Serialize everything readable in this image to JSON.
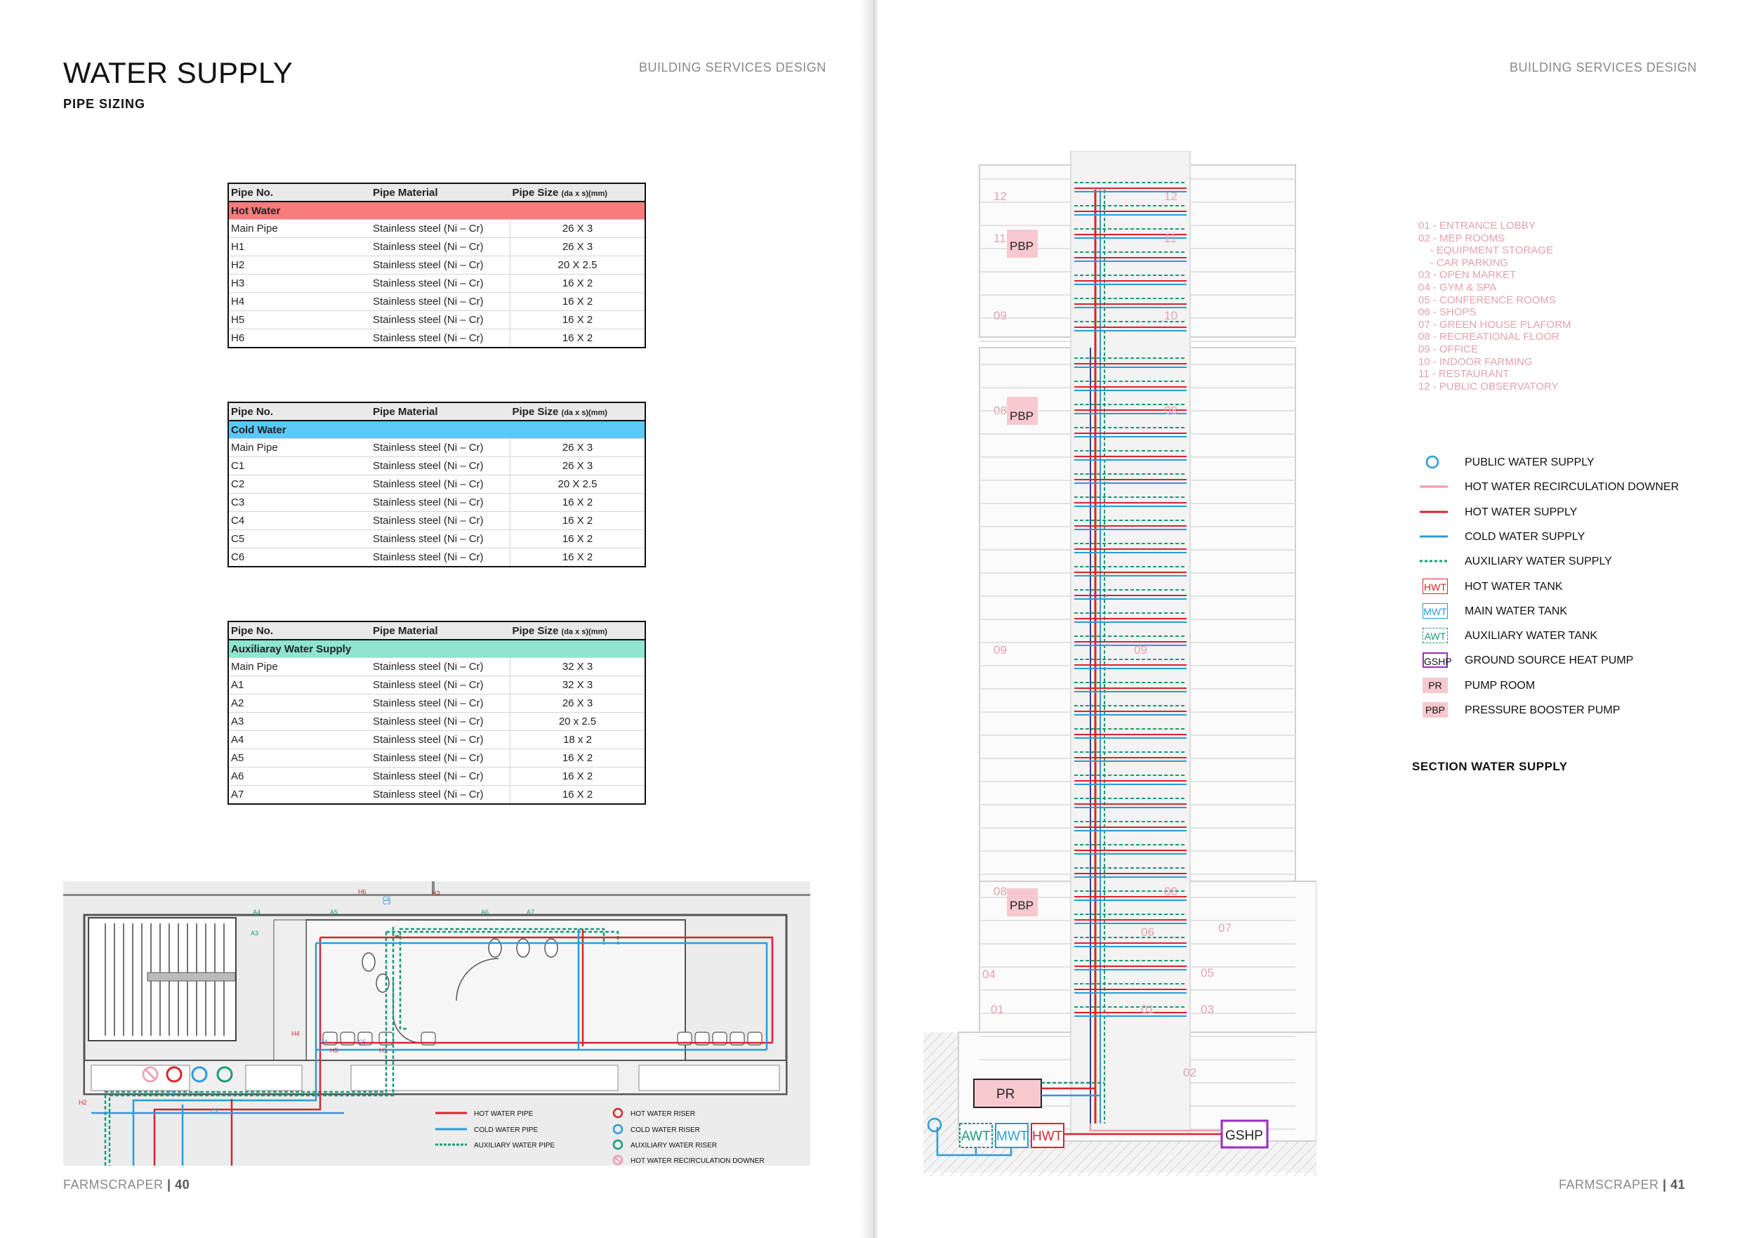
{
  "left_page": {
    "title": "WATER SUPPLY",
    "subtitle": "PIPE SIZING",
    "header": "BUILDING SERVICES DESIGN",
    "footer_brand": "FARMSCRAPER",
    "footer_sep": " | ",
    "footer_page": "40"
  },
  "right_page": {
    "header": "BUILDING SERVICES DESIGN",
    "footer_brand": "FARMSCRAPER",
    "footer_sep": " | ",
    "footer_page": "41",
    "section_caption": "SECTION WATER SUPPLY"
  },
  "table_headers": {
    "col1": "Pipe No.",
    "col2": "Pipe Material",
    "col3": "Pipe Size",
    "col3_unit": "(da x s)(mm)"
  },
  "tables": [
    {
      "category": "Hot Water",
      "color": "#f87c7c",
      "rows": [
        [
          "Main Pipe",
          "Stainless steel (Ni – Cr)",
          "26 X 3"
        ],
        [
          "H1",
          "Stainless steel (Ni – Cr)",
          "26 X 3"
        ],
        [
          "H2",
          "Stainless steel (Ni – Cr)",
          "20 X 2.5"
        ],
        [
          "H3",
          "Stainless steel (Ni – Cr)",
          "16 X 2"
        ],
        [
          "H4",
          "Stainless steel (Ni – Cr)",
          "16 X 2"
        ],
        [
          "H5",
          "Stainless steel (Ni – Cr)",
          "16 X 2"
        ],
        [
          "H6",
          "Stainless steel (Ni – Cr)",
          "16 X 2"
        ]
      ]
    },
    {
      "category": "Cold Water",
      "color": "#5bc8f5",
      "rows": [
        [
          "Main Pipe",
          "Stainless steel (Ni – Cr)",
          "26 X 3"
        ],
        [
          "C1",
          "Stainless steel (Ni – Cr)",
          "26 X 3"
        ],
        [
          "C2",
          "Stainless steel (Ni – Cr)",
          "20 X 2.5"
        ],
        [
          "C3",
          "Stainless steel (Ni – Cr)",
          "16 X 2"
        ],
        [
          "C4",
          "Stainless steel (Ni – Cr)",
          "16 X 2"
        ],
        [
          "C5",
          "Stainless steel (Ni – Cr)",
          "16 X 2"
        ],
        [
          "C6",
          "Stainless steel (Ni – Cr)",
          "16 X 2"
        ]
      ]
    },
    {
      "category": "Auxiliaray Water Supply",
      "color": "#8fe5cf",
      "rows": [
        [
          "Main Pipe",
          "Stainless steel (Ni – Cr)",
          "32 X 3"
        ],
        [
          "A1",
          "Stainless steel (Ni – Cr)",
          "32 X 3"
        ],
        [
          "A2",
          "Stainless steel (Ni – Cr)",
          "26 X 3"
        ],
        [
          "A3",
          "Stainless steel (Ni – Cr)",
          "20 x 2.5"
        ],
        [
          "A4",
          "Stainless steel (Ni – Cr)",
          "18 x 2"
        ],
        [
          "A5",
          "Stainless steel (Ni – Cr)",
          "16 X 2"
        ],
        [
          "A6",
          "Stainless steel (Ni – Cr)",
          "16 X 2"
        ],
        [
          "A7",
          "Stainless steel (Ni – Cr)",
          "16 X 2"
        ]
      ]
    }
  ],
  "plan": {
    "pipe_labels": [
      "H6",
      "C6",
      "H3",
      "C3",
      "A4",
      "A5",
      "A6",
      "A7",
      "A3",
      "H4",
      "C4",
      "H5",
      "C5",
      "H1",
      "C1",
      "A1",
      "A2",
      "H2",
      "C2"
    ],
    "legend": {
      "hot_pipe": "HOT WATER PIPE",
      "cold_pipe": "COLD WATER PIPE",
      "aux_pipe": "AUXILIARY WATER PIPE",
      "hot_riser": "HOT WATER RISER",
      "cold_riser": "COLD WATER RISER",
      "aux_riser": "AUXILIARY WATER RISER",
      "recirc": "HOT WATER RECIRCULATION DOWNER"
    }
  },
  "section": {
    "floor_labels": [
      "12",
      "12",
      "11",
      "11",
      "09",
      "10",
      "08",
      "08",
      "09",
      "09",
      "08",
      "08",
      "07",
      "06",
      "04",
      "05",
      "01",
      "01",
      "03",
      "02"
    ],
    "equipment": {
      "pbp": "PBP",
      "pr": "PR",
      "awt": "AWT",
      "mwt": "MWT",
      "hwt": "HWT",
      "gshp": "GSHP"
    }
  },
  "floor_list": [
    "01 - ENTRANCE LOBBY",
    "02 - MEP ROOMS",
    "    - EQUIPMENT STORAGE",
    "    - CAR PARKING",
    "03 - OPEN MARKET",
    "04 - GYM & SPA",
    "05 - CONFERENCE ROOMS",
    "06 - SHOPS",
    "07 - GREEN HOUSE PLAFORM",
    "08 - RECREATIONAL FLOOR",
    "09 - OFFICE",
    "10 - INDOOR FARMING",
    "11 - RESTAURANT",
    "12 - PUBLIC OBSERVATORY"
  ],
  "section_legend": [
    {
      "icon": "circle-icon",
      "label": "PUBLIC WATER SUPPLY"
    },
    {
      "icon": "pink-line-icon",
      "label": "HOT WATER RECIRCULATION DOWNER"
    },
    {
      "icon": "red-line-icon",
      "label": "HOT WATER SUPPLY"
    },
    {
      "icon": "blue-line-icon",
      "label": "COLD WATER SUPPLY"
    },
    {
      "icon": "green-dashed-line-icon",
      "label": "AUXILIARY WATER SUPPLY"
    },
    {
      "icon": "hwt-box-icon",
      "symbol": "HWT",
      "label": "HOT WATER TANK"
    },
    {
      "icon": "mwt-box-icon",
      "symbol": "MWT",
      "label": "MAIN WATER TANK"
    },
    {
      "icon": "awt-box-icon",
      "symbol": "AWT",
      "label": "AUXILIARY WATER TANK"
    },
    {
      "icon": "gshp-box-icon",
      "symbol": "GSHP",
      "label": "GROUND SOURCE HEAT PUMP"
    },
    {
      "icon": "pr-box-icon",
      "symbol": "PR",
      "label": "PUMP ROOM"
    },
    {
      "icon": "pbp-box-icon",
      "symbol": "PBP",
      "label": "PRESSURE BOOSTER PUMP"
    }
  ],
  "colors": {
    "hot": "#d8242f",
    "cold": "#2b9bd8",
    "aux": "#1b9a7a",
    "recirc": "#ee9bb0",
    "pink_text": "#e3a3ad",
    "gshp": "#9a2bc4"
  }
}
